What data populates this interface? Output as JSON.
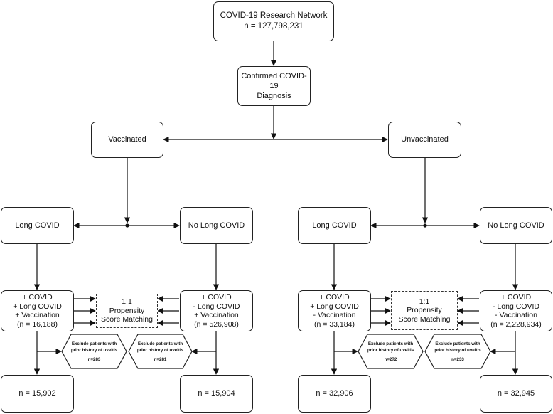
{
  "network": {
    "title": "COVID-19 Research Network",
    "count": "n = 127,798,231"
  },
  "diagnosis": {
    "line1": "Confirmed COVID-19",
    "line2": "Diagnosis"
  },
  "vaccinated": {
    "label": "Vaccinated"
  },
  "unvaccinated": {
    "label": "Unvaccinated"
  },
  "left": {
    "long": "Long COVID",
    "nolong": "No Long COVID",
    "long_criteria": [
      "+ COVID",
      "+ Long COVID",
      "+ Vaccination",
      "(n = 16,188)"
    ],
    "nolong_criteria": [
      "+ COVID",
      "- Long COVID",
      "+ Vaccination",
      "(n = 526,908)"
    ],
    "psm": [
      "1:1",
      "Propensity",
      "Score Matching"
    ],
    "exclude_long": {
      "text": [
        "Exclude patients with",
        "prior history of uveitis"
      ],
      "n": "n=283"
    },
    "exclude_nolong": {
      "text": [
        "Exclude patients with",
        "prior history of uveitis"
      ],
      "n": "n=281"
    },
    "final_long": "n = 15,902",
    "final_nolong": "n = 15,904"
  },
  "right": {
    "long": "Long COVID",
    "nolong": "No Long COVID",
    "long_criteria": [
      "+ COVID",
      "+ Long COVID",
      "- Vaccination",
      "(n = 33,184)"
    ],
    "nolong_criteria": [
      "+ COVID",
      "- Long COVID",
      "- Vaccination",
      "(n = 2,228,934)"
    ],
    "psm": [
      "1:1",
      "Propensity",
      "Score Matching"
    ],
    "exclude_long": {
      "text": [
        "Exclude patients with",
        "prior history of uveitis"
      ],
      "n": "n=272"
    },
    "exclude_nolong": {
      "text": [
        "Exclude patients with",
        "prior history of uveitis"
      ],
      "n": "n=233"
    },
    "final_long": "n = 32,906",
    "final_nolong": "n = 32,945"
  }
}
